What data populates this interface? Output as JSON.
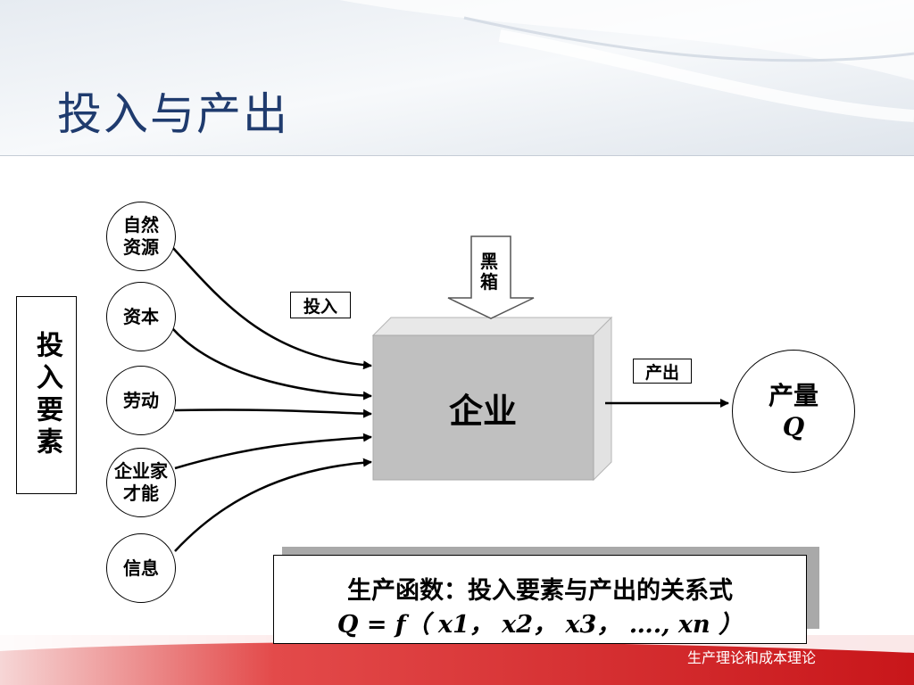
{
  "header": {
    "title": "投入与产出"
  },
  "footer": {
    "text": "生产理论和成本理论"
  },
  "diagram": {
    "input_factors_label": "投入要素",
    "factors": [
      {
        "line1": "自然",
        "line2": "资源"
      },
      {
        "line1": "资本",
        "line2": ""
      },
      {
        "line1": "劳动",
        "line2": ""
      },
      {
        "line1": "企业家",
        "line2": "才能"
      },
      {
        "line1": "信息",
        "line2": ""
      }
    ],
    "input_label": "投入",
    "blackbox_label": "黑箱",
    "firm_label": "企业",
    "output_label": "产出",
    "output": {
      "line1": "产量",
      "line2": "Q"
    }
  },
  "formula": {
    "title": "生产函数：投入要素与产出的关系式",
    "expression": "Q = f（ x1， x2， x3， …., xn ）"
  },
  "colors": {
    "title": "#1f3b6e",
    "footer_red": "#d92020",
    "firm_face": "#c0c0c0"
  }
}
